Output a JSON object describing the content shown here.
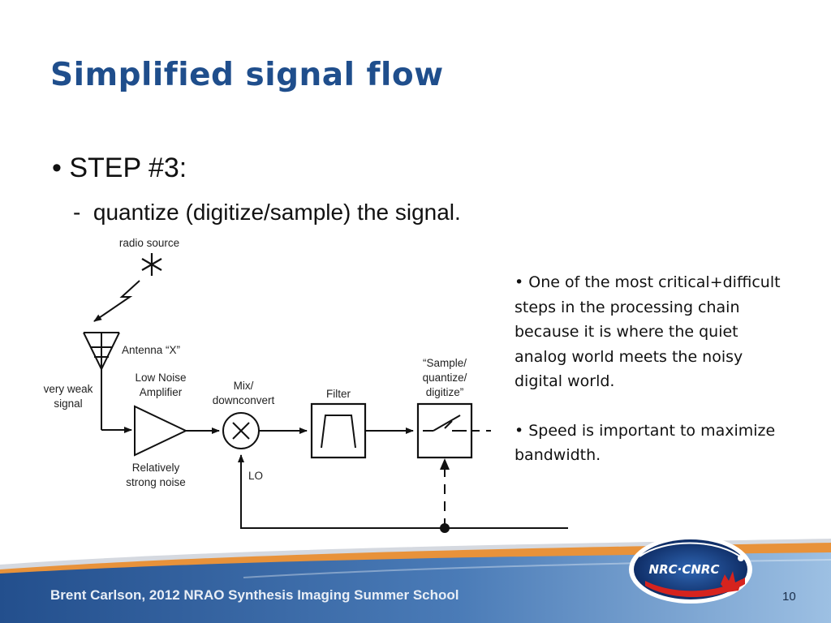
{
  "title": "Simplified signal flow",
  "bullet": {
    "marker": "•",
    "text": "STEP #3:"
  },
  "sub_bullet": {
    "marker": "-",
    "text": "quantize (digitize/sample) the signal."
  },
  "diagram": {
    "radio_source": "radio source",
    "antenna": "Antenna “X”",
    "weak_signal": [
      "very weak",
      "signal"
    ],
    "lna": [
      "Low Noise",
      "Amplifier"
    ],
    "noise": [
      "Relatively",
      "strong noise"
    ],
    "mixer": [
      "Mix/",
      "downconvert"
    ],
    "lo": "LO",
    "filter": "Filter",
    "sampler": [
      "“Sample/",
      "quantize/",
      "digitize”"
    ]
  },
  "notes": [
    "One of the most critical+difficult steps in the processing chain because it is where the quiet analog world meets the noisy digital world.",
    "Speed is important to maximize bandwidth."
  ],
  "footer": {
    "credit": "Brent Carlson, 2012 NRAO Synthesis Imaging Summer School",
    "page": "10",
    "logo_text": "NRC·CNRC"
  },
  "colors": {
    "title": "#1f4e8c",
    "footer_band": "#2f5f9e",
    "accent_orange": "#e07a24",
    "logo_red": "#d6231e"
  }
}
